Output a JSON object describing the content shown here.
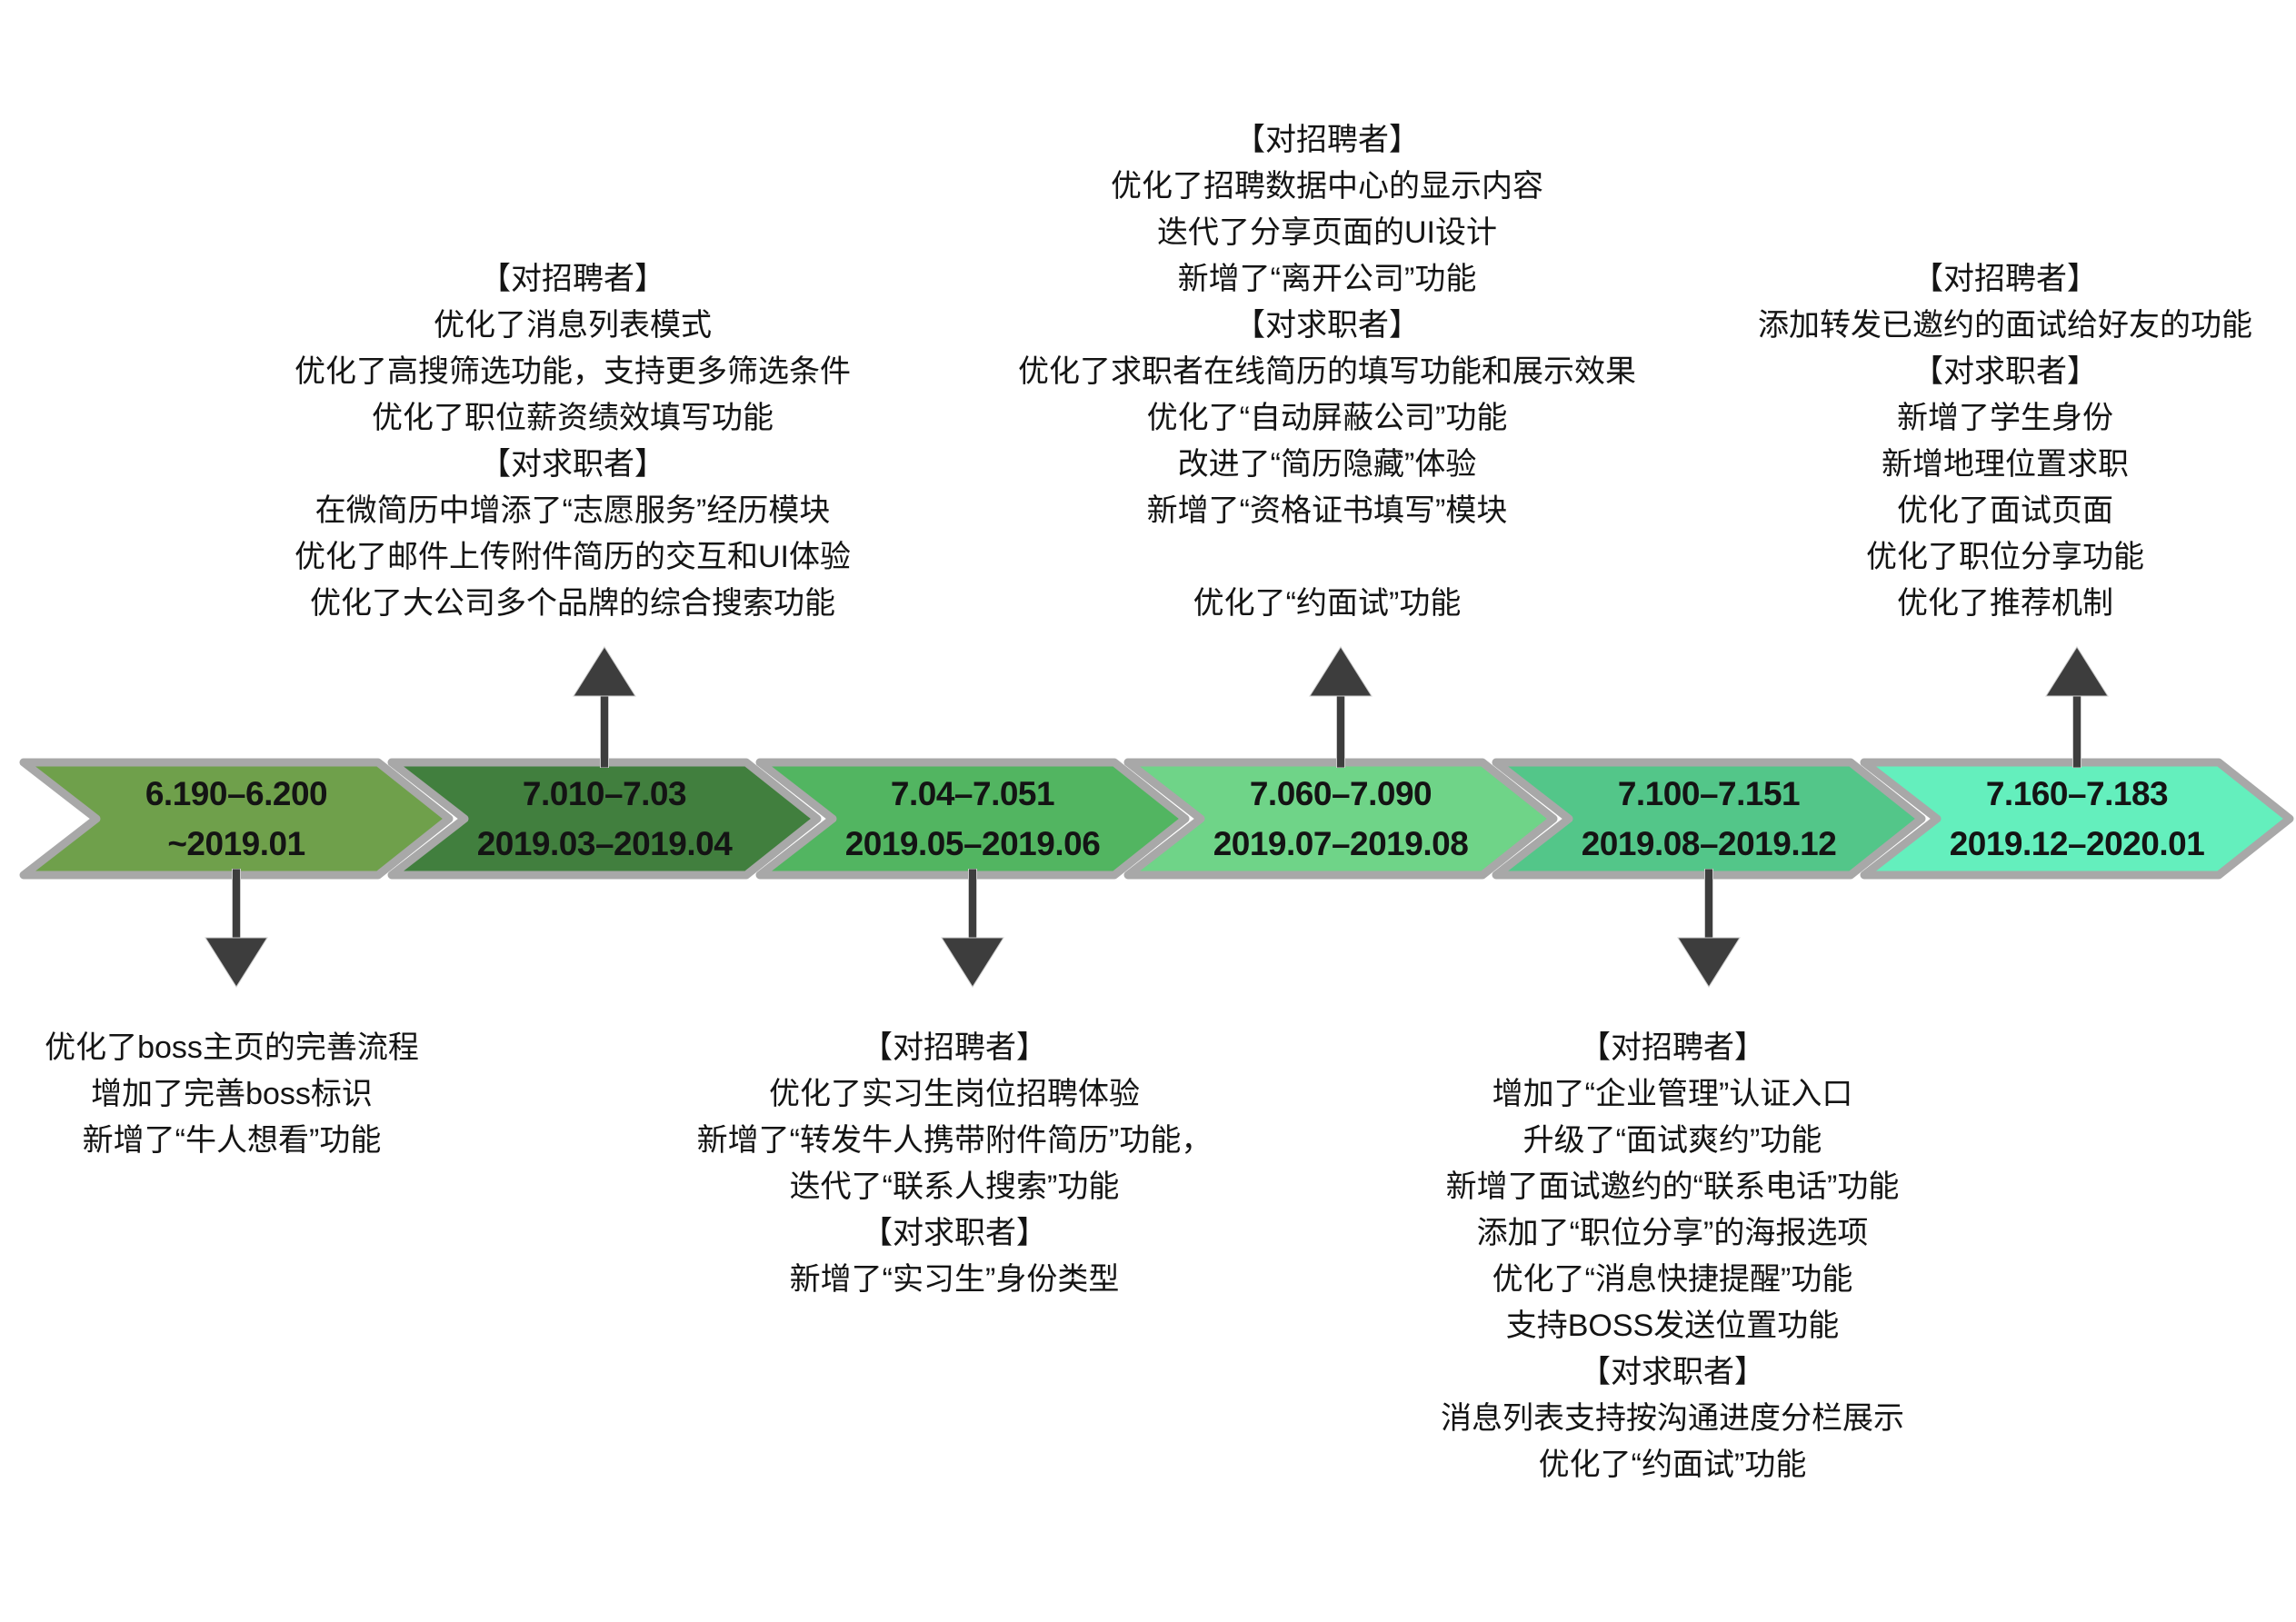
{
  "timeline": {
    "border_color": "#A8A8A8",
    "arrow_color": "#3D3D3D",
    "segments": [
      {
        "version": "6.190–6.200",
        "period": "~2019.01",
        "color": "#6FA04B"
      },
      {
        "version": "7.010–7.03",
        "period": "2019.03–2019.04",
        "color": "#417F3E"
      },
      {
        "version": "7.04–7.051",
        "period": "2019.05–2019.06",
        "color": "#52B561"
      },
      {
        "version": "7.060–7.090",
        "period": "2019.07–2019.08",
        "color": "#6FD488"
      },
      {
        "version": "7.100–7.151",
        "period": "2019.08–2019.12",
        "color": "#53C689"
      },
      {
        "version": "7.160–7.183",
        "period": "2019.12–2020.01",
        "color": "#64EFBD"
      }
    ]
  },
  "notes": [
    {
      "position": "above",
      "segment_version": "7.010–7.03",
      "lines": [
        "【对招聘者】",
        "优化了消息列表模式",
        "优化了高搜筛选功能，支持更多筛选条件",
        "优化了职位薪资绩效填写功能",
        "【对求职者】",
        "在微简历中增添了“志愿服务”经历模块",
        "优化了邮件上传附件简历的交互和UI体验",
        "优化了大公司多个品牌的综合搜索功能"
      ]
    },
    {
      "position": "above",
      "segment_version": "7.060–7.090",
      "lines": [
        "【对招聘者】",
        "优化了招聘数据中心的显示内容",
        "迭代了分享页面的UI设计",
        "新增了“离开公司”功能",
        "【对求职者】",
        "优化了求职者在线简历的填写功能和展示效果",
        "优化了“自动屏蔽公司”功能",
        "改进了“简历隐藏”体验",
        "新增了“资格证书填写”模块",
        "",
        "优化了“约面试”功能"
      ]
    },
    {
      "position": "above",
      "segment_version": "7.160–7.183",
      "lines": [
        "【对招聘者】",
        "添加转发已邀约的面试给好友的功能",
        "【对求职者】",
        "新增了学生身份",
        "新增地理位置求职",
        "优化了面试页面",
        "优化了职位分享功能",
        "优化了推荐机制"
      ]
    },
    {
      "position": "below",
      "segment_version": "6.190–6.200",
      "lines": [
        "优化了boss主页的完善流程",
        "增加了完善boss标识",
        "新增了“牛人想看”功能"
      ]
    },
    {
      "position": "below",
      "segment_version": "7.04–7.051",
      "lines": [
        "【对招聘者】",
        "优化了实习生岗位招聘体验",
        "新增了“转发牛人携带附件简历”功能，",
        "迭代了“联系人搜索”功能",
        "【对求职者】",
        "新增了“实习生”身份类型"
      ]
    },
    {
      "position": "below",
      "segment_version": "7.100–7.151",
      "lines": [
        "【对招聘者】",
        "增加了“企业管理”认证入口",
        "升级了“面试爽约”功能",
        "新增了面试邀约的“联系电话”功能",
        "添加了“职位分享”的海报选项",
        "优化了“消息快捷提醒”功能",
        "支持BOSS发送位置功能",
        "【对求职者】",
        "消息列表支持按沟通进度分栏展示",
        "优化了“约面试”功能"
      ]
    }
  ]
}
